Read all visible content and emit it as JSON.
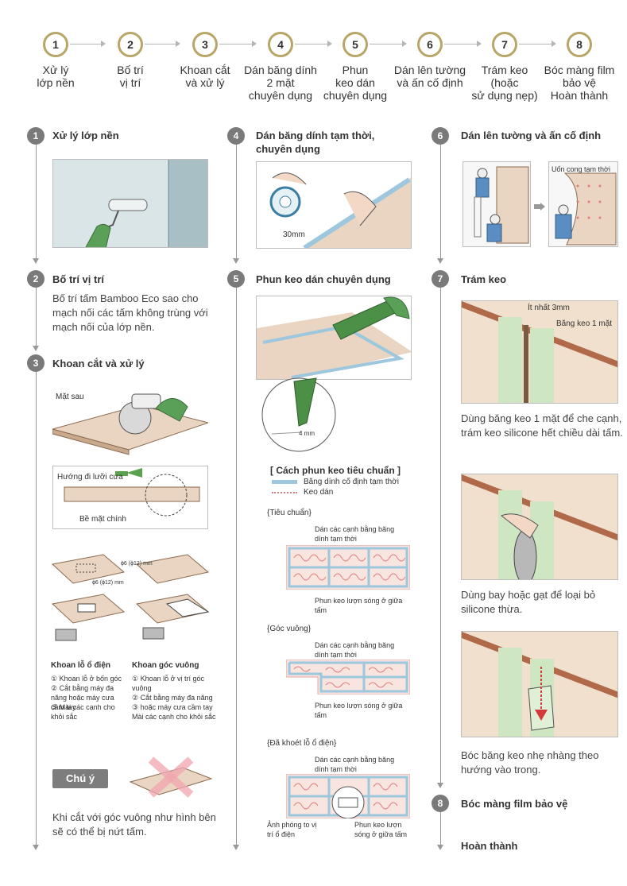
{
  "steps": [
    {
      "num": "1",
      "label": "Xử lý\nlớp nền"
    },
    {
      "num": "2",
      "label": "Bố trí\nvị trí"
    },
    {
      "num": "3",
      "label": "Khoan cắt\nvà xử lý"
    },
    {
      "num": "4",
      "label": "Dán băng dính\n2 mặt\nchuyên dụng"
    },
    {
      "num": "5",
      "label": "Phun\nkeo dán\nchuyên dụng"
    },
    {
      "num": "6",
      "label": "Dán lên tường\nvà ấn cố định"
    },
    {
      "num": "7",
      "label": "Trám keo\n(hoặc\nsử dụng nẹp)"
    },
    {
      "num": "8",
      "label": "Bóc màng film\nbảo vệ\nHoàn thành"
    }
  ],
  "sections": {
    "s1": {
      "num": "1",
      "title": "Xử lý lớp nền"
    },
    "s2": {
      "num": "2",
      "title": "Bố trí vị trí",
      "desc": "Bố trí tấm Bamboo Eco sao cho mạch nối các tấm không trùng với mạch nối của lớp nền."
    },
    "s3": {
      "num": "3",
      "title": "Khoan cắt và xử lý",
      "label_back": "Mặt sau",
      "label_direction": "Hướng đi lưỡi cưa",
      "label_face": "Bề mặt chính",
      "dim1": "ϕ6 (ϕ12) mm",
      "dim2": "ϕ6 (ϕ12) mm",
      "hole_title": "Khoan lỗ ổ điện",
      "hole_steps": [
        "① Khoan lỗ ở bốn góc",
        "② Cắt bằng máy đa năng hoặc máy cưa cầm tay",
        "③ Mài các cạnh cho khỏi sắc"
      ],
      "corner_title": "Khoan góc vuông",
      "corner_steps": [
        "① Khoan lỗ ở vị trí góc vuông",
        "② Cắt bằng máy đa năng",
        "③ hoặc máy cưa cầm tay Mài các cạnh cho khỏi sắc"
      ],
      "note_label": "Chú ý",
      "note_text": "Khi cắt với góc vuông như hình bên sẽ có thể bị nứt tấm."
    },
    "s4": {
      "num": "4",
      "title": "Dán băng dính tạm thời, chuyên dụng",
      "dim": "30mm"
    },
    "s5": {
      "num": "5",
      "title": "Phun keo dán chuyên dụng",
      "dim": "4 mm",
      "method_title": "[ Cách phun keo tiêu chuẩn ]",
      "legend_tape": "Băng dính cố định tạm thời",
      "legend_glue": "Keo dán",
      "cases": [
        {
          "title": "{Tiêu chuẩn}",
          "top": "Dán các cạnh bằng băng dính tạm thời",
          "bottom": "Phun keo lượn sóng ở giữa tấm"
        },
        {
          "title": "{Góc vuông}",
          "top": "Dán các cạnh bằng băng dính tạm thời",
          "bottom": "Phun keo lượn sóng ở giữa tấm"
        },
        {
          "title": "{Đã khoét lỗ ổ điện}",
          "top": "Dán các cạnh bằng băng dính tạm thời",
          "bottom_left": "Ảnh phóng to vị trí ổ điện",
          "bottom_right": "Phun keo lượn sóng ở giữa tấm"
        }
      ]
    },
    "s6": {
      "num": "6",
      "title": "Dán lên tường và ấn cố định",
      "curve_label": "Uốn cong tạm thời"
    },
    "s7": {
      "num": "7",
      "title": "Trám keo",
      "min_label": "Ít nhất 3mm",
      "tape_label": "Băng keo 1 mặt",
      "desc1": "Dùng băng keo 1 mặt để che cạnh, trám keo silicone hết chiều dài tấm.",
      "desc2": "Dùng bay hoặc gạt để loại bỏ silicone thừa.",
      "desc3": "Bóc băng keo nhẹ nhàng theo hướng vào trong."
    },
    "s8": {
      "num": "8",
      "title": "Bóc màng film bảo vệ",
      "done": "Hoàn thành"
    }
  },
  "colors": {
    "gold": "#b8a568",
    "gray_num": "#7a7a7a",
    "wood": "#e9d5c1",
    "green": "#cfe6c3",
    "blue_tape": "#9dc7dc",
    "glue": "#e8a0a0"
  }
}
